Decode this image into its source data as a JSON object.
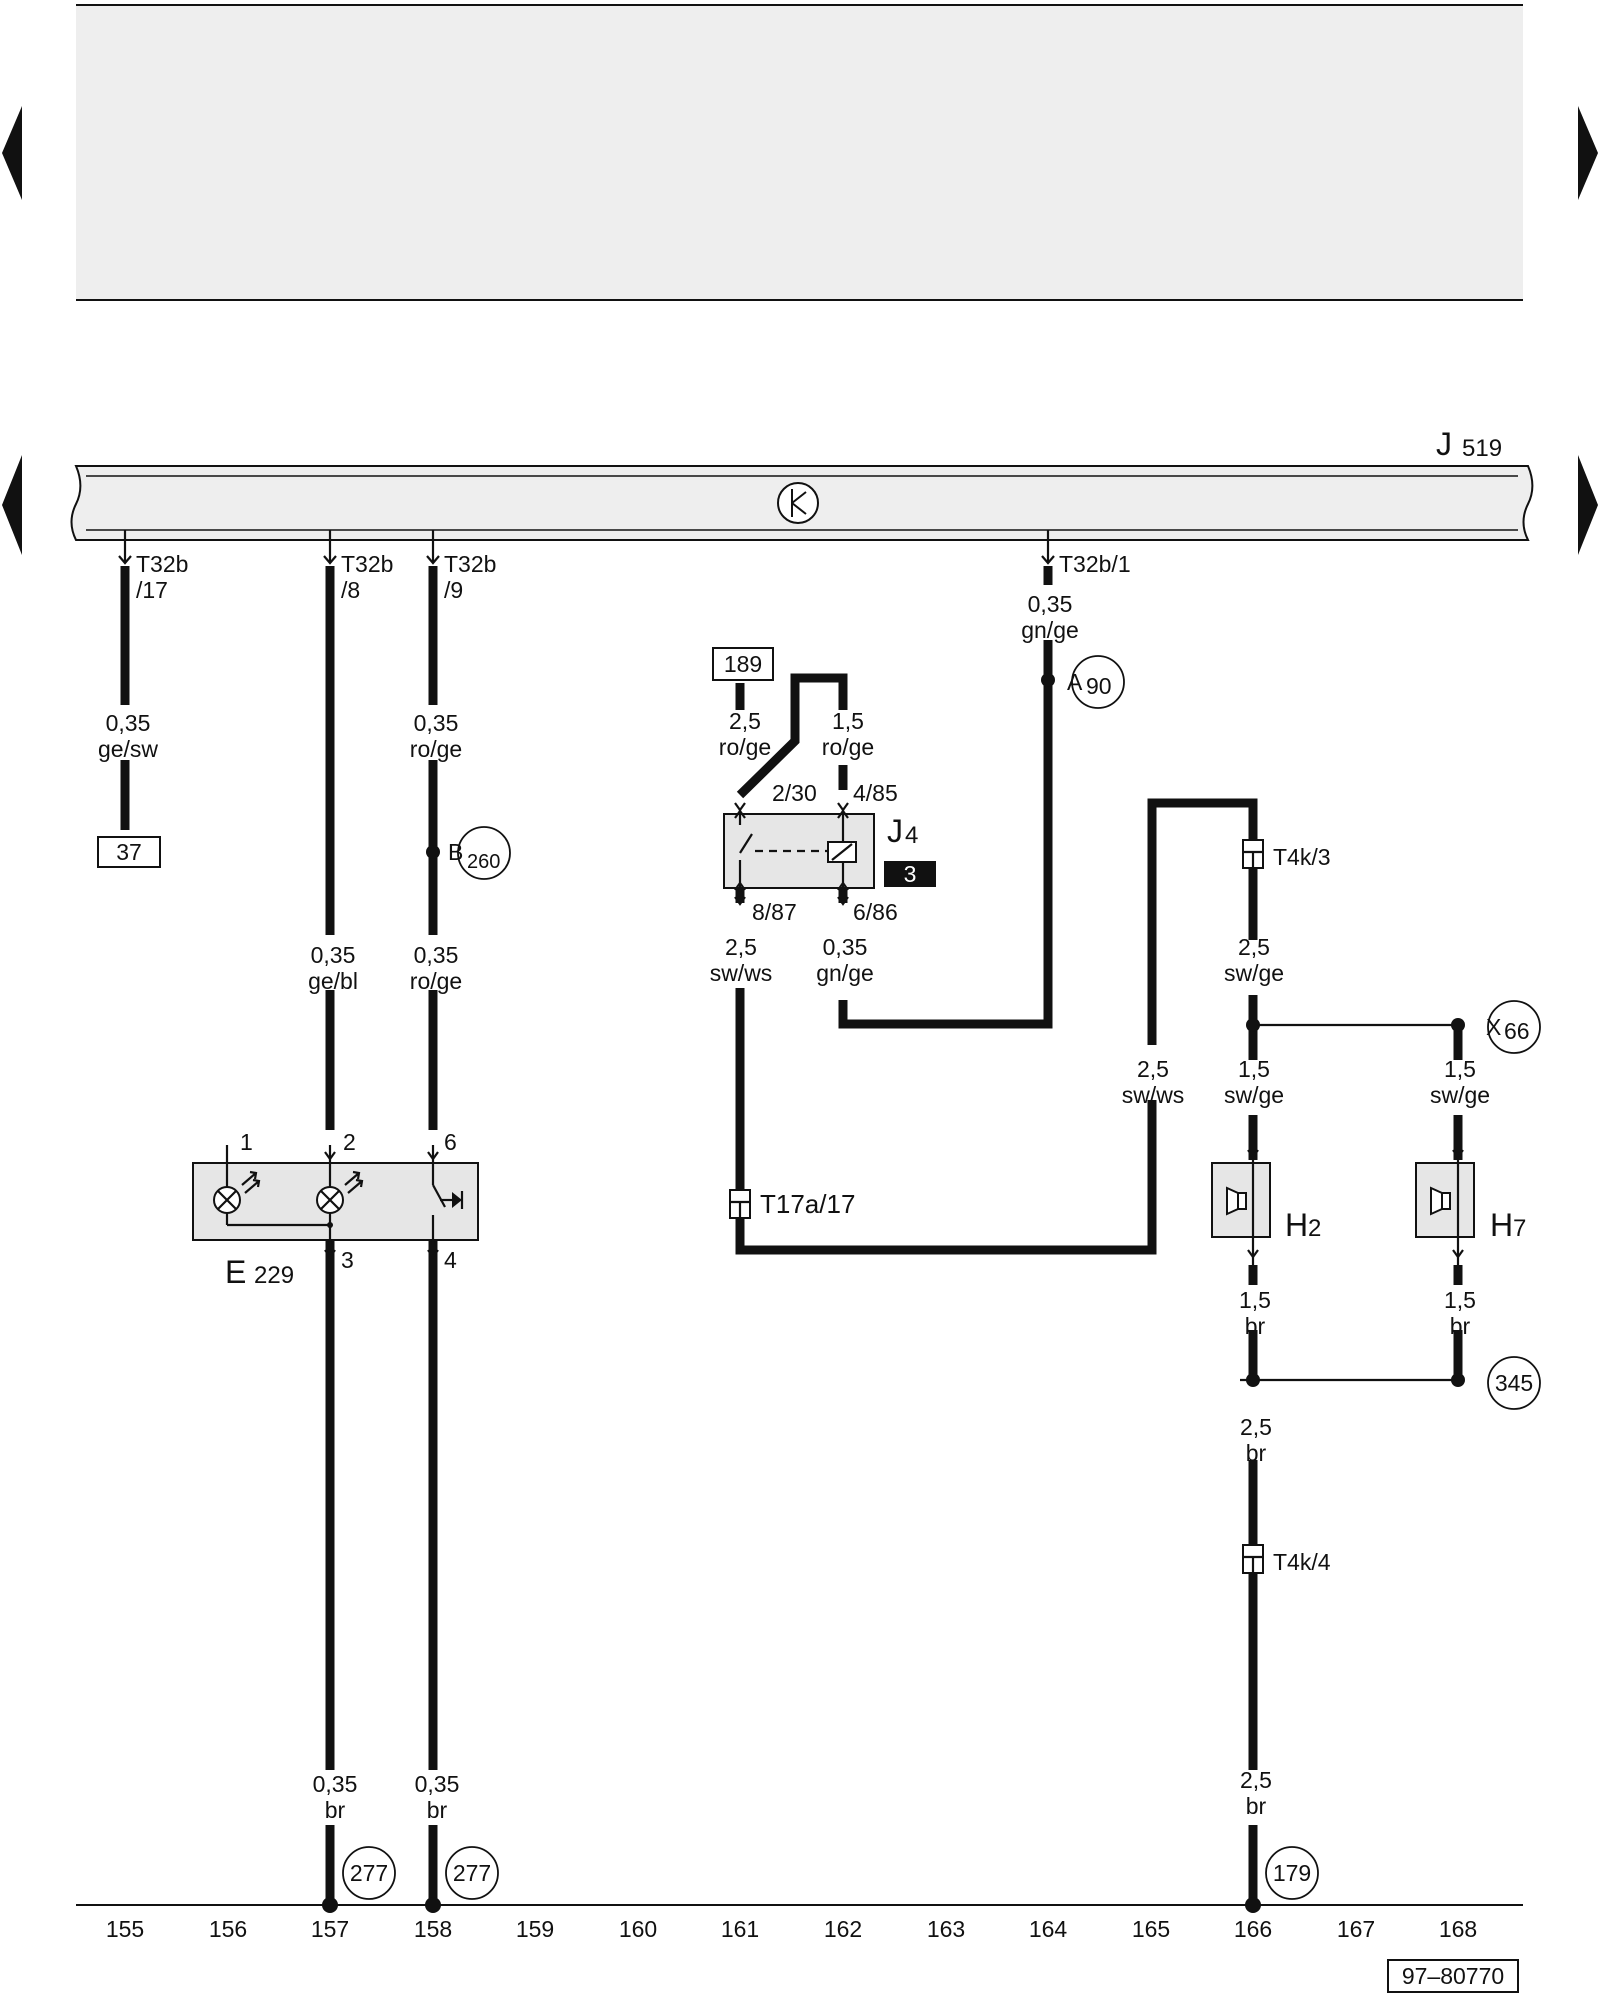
{
  "bus": {
    "label": "J",
    "label_sub": "519"
  },
  "pins": {
    "t32b_17_a": "T32b",
    "t32b_17_b": "/17",
    "t32b_8_a": "T32b",
    "t32b_8_b": "/8",
    "t32b_9_a": "T32b",
    "t32b_9_b": "/9",
    "t32b_1": "T32b/1"
  },
  "wires": {
    "w157_1": [
      "0,35",
      "ge/sw"
    ],
    "w158_1": [
      "0,35",
      "ro/ge"
    ],
    "w164_1": [
      "0,35",
      "gn/ge"
    ],
    "w162_1": [
      "2,5",
      "ro/ge"
    ],
    "w163_1": [
      "1,5",
      "ro/ge"
    ],
    "w157_2": [
      "0,35",
      "ge/bl"
    ],
    "w158_2": [
      "0,35",
      "ro/ge"
    ],
    "w162_2": [
      "2,5",
      "sw/ws"
    ],
    "w163_2": [
      "0,35",
      "gn/ge"
    ],
    "w166_1": [
      "2,5",
      "sw/ge"
    ],
    "w165_1": [
      "2,5",
      "sw/ws"
    ],
    "w166_2": [
      "1,5",
      "sw/ge"
    ],
    "w168_2": [
      "1,5",
      "sw/ge"
    ],
    "w166_3": [
      "1,5",
      "br"
    ],
    "w168_3": [
      "1,5",
      "br"
    ],
    "w166_4": [
      "2,5",
      "br"
    ],
    "w157_3": [
      "0,35",
      "br"
    ],
    "w158_3": [
      "0,35",
      "br"
    ],
    "w166_5": [
      "2,5",
      "br"
    ]
  },
  "boxes": {
    "ref_37": "37",
    "ref_189": "189",
    "ref_3": "3",
    "footer_code": "97–80770"
  },
  "circles": {
    "b260": [
      "B",
      "260"
    ],
    "a90": [
      "A",
      "90"
    ],
    "x66": [
      "X",
      "66"
    ],
    "g345": "345",
    "g277a": "277",
    "g277b": "277",
    "g179": "179"
  },
  "relay": {
    "name": "J",
    "name_sub": "4",
    "pin_30": "2/30",
    "pin_85": "4/85",
    "pin_87": "8/87",
    "pin_86": "6/86"
  },
  "connectors": {
    "t4k3": "T4k/3",
    "t4k4": "T4k/4",
    "t17a": "T17a/17"
  },
  "e229": {
    "name": "E",
    "name_sub": "229",
    "pin1": "1",
    "pin2": "2",
    "pin6": "6",
    "pin3": "3",
    "pin4": "4"
  },
  "horns": {
    "h2": [
      "H",
      "2"
    ],
    "h7": [
      "H",
      "7"
    ]
  },
  "axis": {
    "ticks": [
      "155",
      "156",
      "157",
      "158",
      "159",
      "160",
      "161",
      "162",
      "163",
      "164",
      "165",
      "166",
      "167",
      "168"
    ]
  }
}
